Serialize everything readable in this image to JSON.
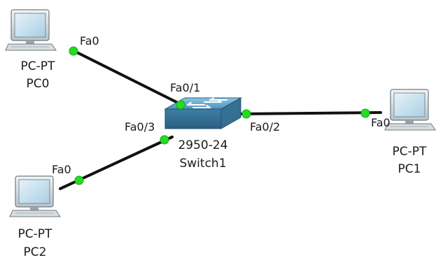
{
  "diagram": {
    "devices": [
      {
        "id": "pc0",
        "type_label": "PC-PT",
        "name": "PC0",
        "icon": "pc-icon"
      },
      {
        "id": "pc1",
        "type_label": "PC-PT",
        "name": "PC1",
        "icon": "pc-icon"
      },
      {
        "id": "pc2",
        "type_label": "PC-PT",
        "name": "PC2",
        "icon": "pc-icon"
      },
      {
        "id": "switch1",
        "type_label": "2950-24",
        "name": "Switch1",
        "icon": "switch-icon"
      }
    ],
    "links": [
      {
        "from": "pc0",
        "from_port": "Fa0",
        "to": "switch1",
        "to_port": "Fa0/1"
      },
      {
        "from": "switch1",
        "from_port": "Fa0/2",
        "to": "pc1",
        "to_port": "Fa0"
      },
      {
        "from": "pc2",
        "from_port": "Fa0",
        "to": "switch1",
        "to_port": "Fa0/3"
      }
    ],
    "colors": {
      "link_up": "#22dd22",
      "cable": "#111111",
      "switch_body": "#5a9fc8",
      "pc_screen": "#cfe6f2"
    }
  }
}
